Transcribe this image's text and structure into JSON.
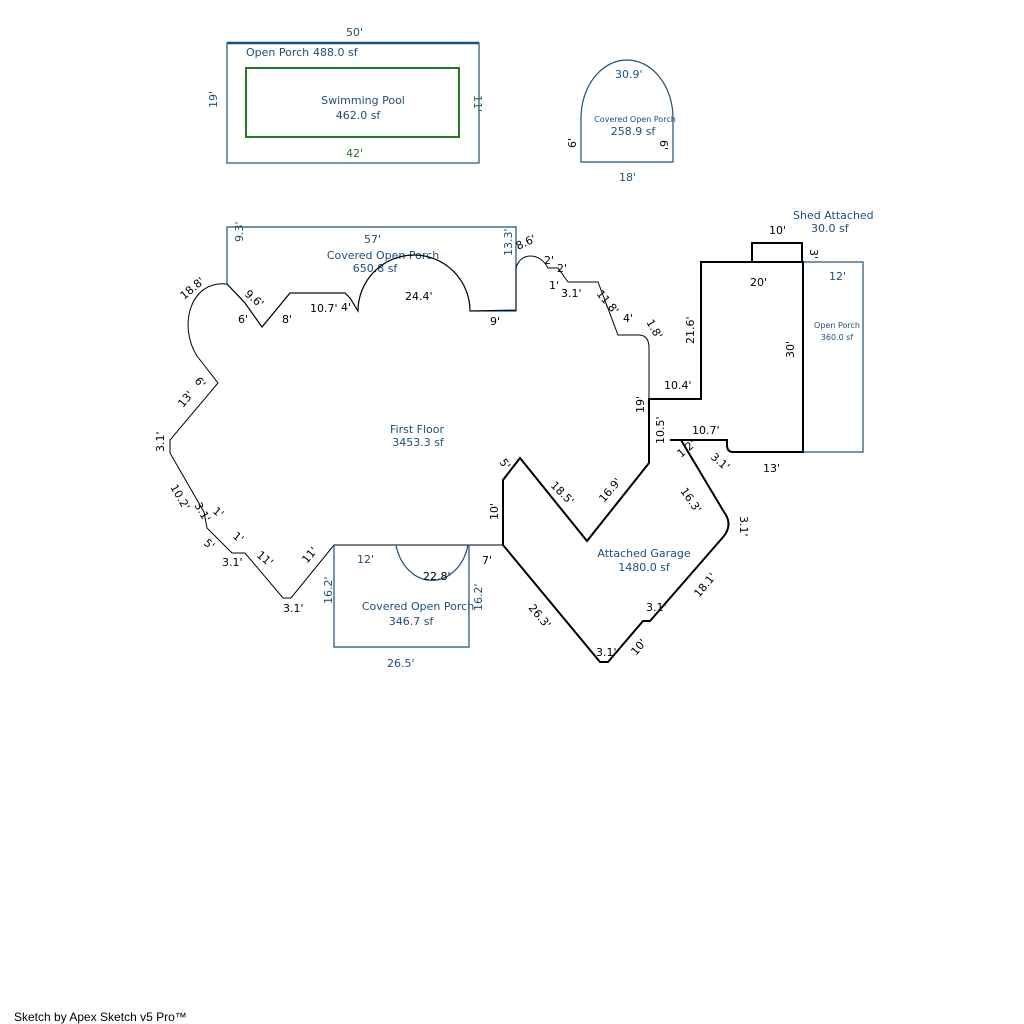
{
  "areas": {
    "open_porch_top": {
      "name": "Open Porch",
      "area": "488.0 sf"
    },
    "pool": {
      "name": "Swimming Pool",
      "area": "462.0 sf"
    },
    "covered_porch_arch": {
      "name": "Covered Open Porch",
      "area": "258.9 sf"
    },
    "shed": {
      "name": "Shed Attached",
      "area": "30.0 sf"
    },
    "open_porch_side": {
      "name": "Open Porch",
      "area": "360.0 sf"
    },
    "covered_porch_top": {
      "name": "Covered Open Porch",
      "area": "650.8 sf"
    },
    "first_floor": {
      "name": "First Floor",
      "area": "3453.3 sf"
    },
    "garage": {
      "name": "Attached Garage",
      "area": "1480.0 sf"
    },
    "covered_porch_bottom": {
      "name": "Covered Open Porch",
      "area": "346.7 sf"
    }
  },
  "dimensions": {
    "op_top": "50'",
    "op_left": "19'",
    "pool_right": "11'",
    "pool_bottom": "42'",
    "arch_top": "30.9'",
    "arch_left": "6'",
    "arch_right": "6'",
    "arch_bottom": "18'",
    "shed_top": "10'",
    "shed_side": "3'",
    "garage_top": "20'",
    "osp_top": "12'",
    "garage_right": "30'",
    "osp_bottom": "13'",
    "cp_top": "57'",
    "cp_left": "9.3'",
    "cp_right": "13.3'",
    "cp_arc": "24.4'",
    "cp_seg": "10.7'",
    "cp_four": "4'",
    "cp_nine": "9'",
    "d_8_6": "8.6'",
    "d_2a": "2'",
    "d_2b": "2'",
    "d_1": "1'",
    "d_3_1_top": "3.1'",
    "d_11_8": "11.8'",
    "d_4_right": "4'",
    "d_1_8": "1.8'",
    "d_21_6": "21.6'",
    "d_10_4": "10.4'",
    "d_19": "19'",
    "d_10_5": "10.5'",
    "d_10_7": "10.7'",
    "d_1_2": "1.2'",
    "d_3_1_r": "3.1'",
    "d_18_8": "18.8'",
    "d_9_6": "9.6'",
    "d_6_top": "6'",
    "d_8_top": "8'",
    "d_6_left": "6'",
    "d_13": "13'",
    "d_3_1_left": "3.1'",
    "d_10_2": "10.2'",
    "d_3_1_l2": "3.1'",
    "d_1_l": "1'",
    "d_5_left": "5'",
    "d_1_l2": "1'",
    "d_3_1_bl": "3.1'",
    "d_11_a": "11'",
    "d_11_b": "11'",
    "d_3_1_bottom": "3.1'",
    "cpb_top": "12'",
    "cpb_arc": "22.8'",
    "cpb_left": "16.2'",
    "cpb_right": "16.2'",
    "cpb_bottom": "26.5'",
    "g_7": "7'",
    "g_10": "10'",
    "g_5": "5'",
    "g_18_5": "18.5'",
    "g_16_9": "16.9'",
    "g_16_3": "16.3'",
    "g_3_1_right": "3.1'",
    "g_18_1": "18.1'",
    "g_3_1_mid": "3.1'",
    "g_10_b": "10'",
    "g_3_1_bottom": "3.1'",
    "g_26_3": "26.3'"
  },
  "footer": "Sketch by Apex Sketch v5 Pro™"
}
